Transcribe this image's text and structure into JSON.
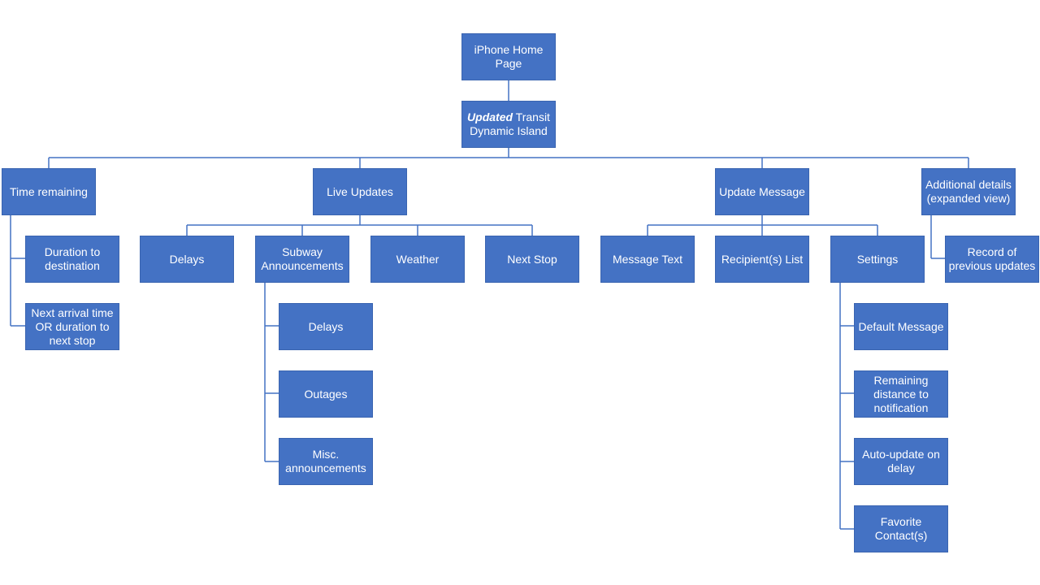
{
  "diagram": {
    "root": {
      "label": "iPhone Home Page"
    },
    "island": {
      "emphasis": "Updated",
      "label": "Transit Dynamic Island"
    },
    "time_remaining": {
      "label": "Time remaining",
      "children": [
        "Duration to destination",
        "Next arrival time OR duration to next stop"
      ]
    },
    "live_updates": {
      "label": "Live Updates",
      "delays": "Delays",
      "subway": {
        "label": "Subway Announcements",
        "children": [
          "Delays",
          "Outages",
          "Misc. announcements"
        ]
      },
      "weather": "Weather",
      "next_stop": "Next Stop"
    },
    "update_message": {
      "label": "Update Message",
      "message_text": "Message Text",
      "recipients": "Recipient(s) List",
      "settings": {
        "label": "Settings",
        "children": [
          "Default Message",
          "Remaining distance to notification",
          "Auto-update on delay",
          "Favorite Contact(s)"
        ]
      }
    },
    "additional": {
      "label": "Additional details (expanded view)",
      "children": [
        "Record of previous updates"
      ]
    }
  }
}
